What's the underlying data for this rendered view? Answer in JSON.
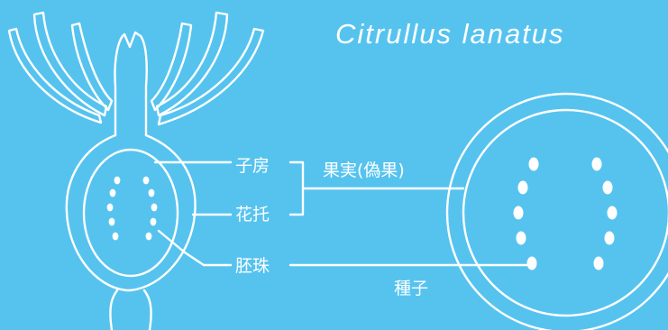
{
  "title": "Citrullus lanatus",
  "labels": {
    "ovary": "子房",
    "receptacle": "花托",
    "ovule": "胚珠",
    "fruit": "果実(偽果)",
    "seed": "種子"
  },
  "colors": {
    "background": "#56c3ef",
    "line": "#ffffff"
  }
}
